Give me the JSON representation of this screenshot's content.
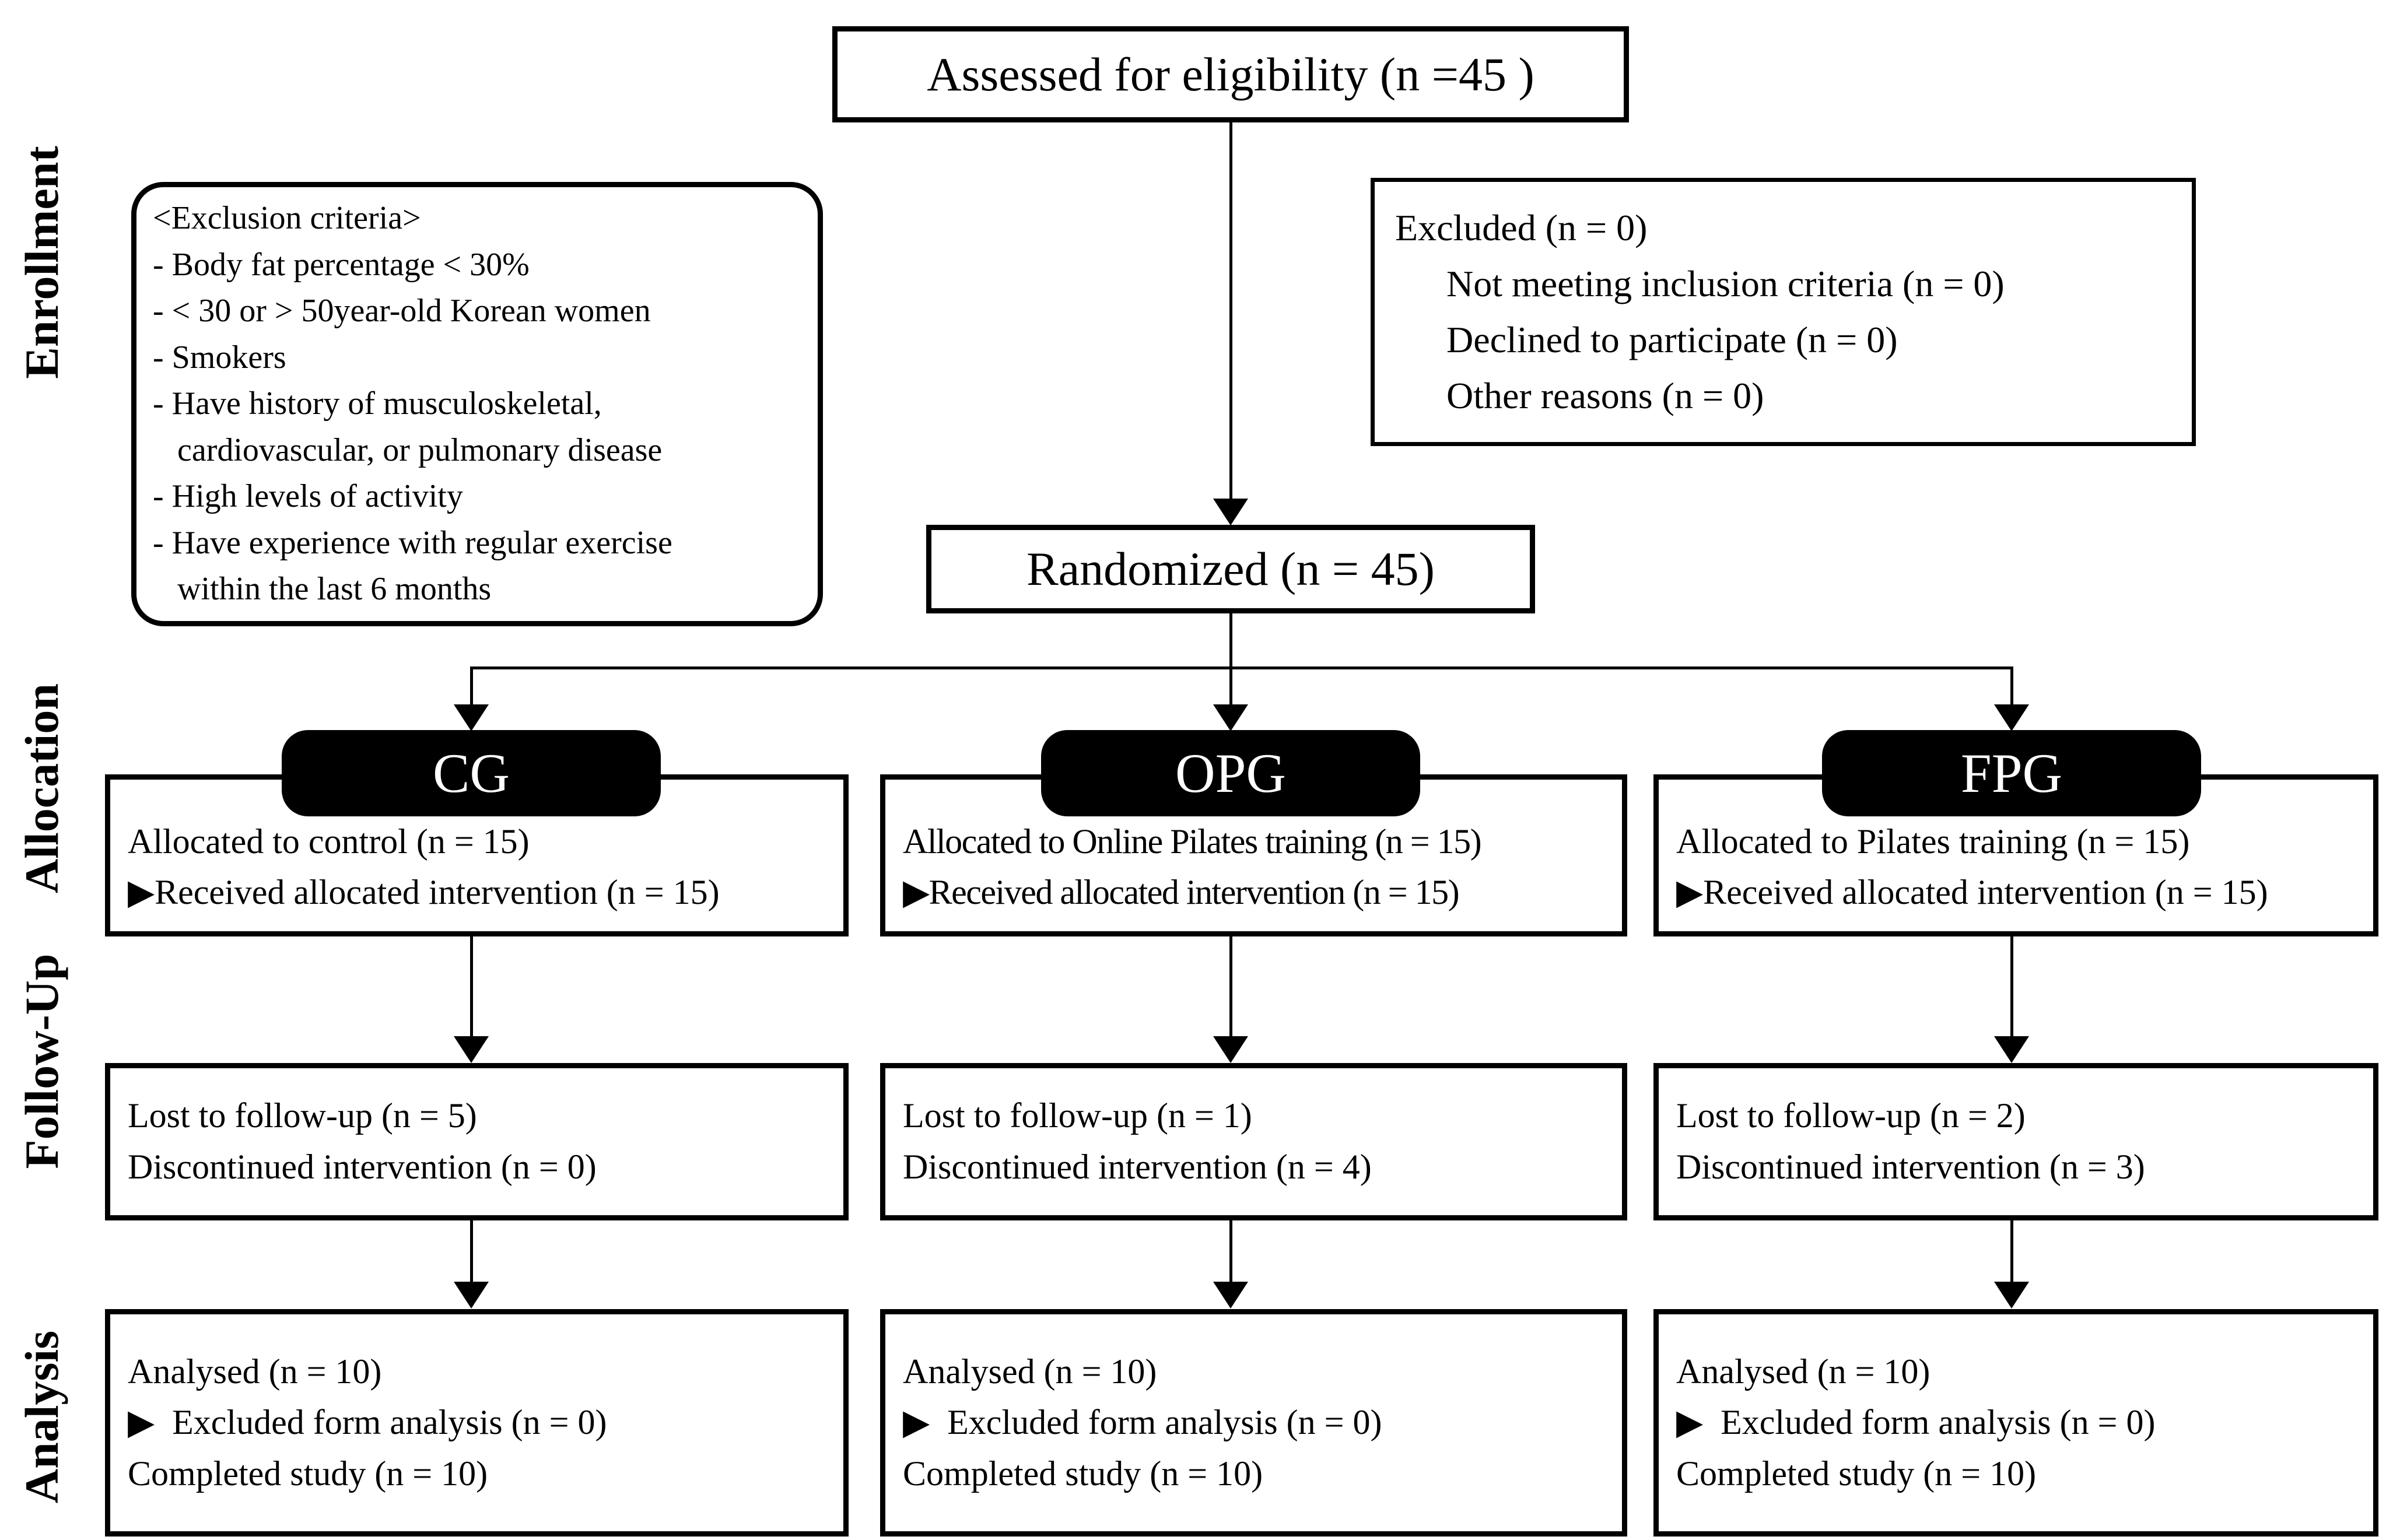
{
  "stages": {
    "enrollment": "Enrollment",
    "allocation": "Allocation",
    "followup": "Follow-Up",
    "analysis": "Analysis"
  },
  "enrollment": {
    "assessed": "Assessed for eligibility (n =45 )",
    "exclusion_criteria": {
      "title": "<Exclusion criteria>",
      "items": [
        "- Body fat percentage < 30%",
        "- < 30 or > 50year-old Korean women",
        "- Smokers",
        "- Have history of musculoskeletal,",
        "   cardiovascular, or pulmonary disease",
        "- High levels of activity",
        "- Have experience with regular exercise",
        "   within the last 6 months"
      ]
    },
    "excluded": {
      "title": "Excluded (n = 0)",
      "items": [
        "Not meeting inclusion criteria (n = 0)",
        "Declined to participate (n = 0)",
        "Other reasons (n = 0)"
      ]
    },
    "randomized": "Randomized (n = 45)"
  },
  "groups": [
    {
      "label": "CG",
      "allocation": [
        "Allocated to control (n = 15)",
        "▶Received allocated intervention (n = 15)"
      ],
      "follow_up": [
        "Lost to follow-up (n = 5)",
        "Discontinued intervention (n = 0)"
      ],
      "analysis": [
        "Analysed (n = 10)",
        "▶  Excluded form analysis (n = 0)",
        "Completed study (n = 10)"
      ]
    },
    {
      "label": "OPG",
      "allocation": [
        "Allocated to Online Pilates training (n = 15)",
        "▶Received allocated intervention (n = 15)"
      ],
      "follow_up": [
        "Lost to follow-up (n = 1)",
        "Discontinued intervention (n = 4)"
      ],
      "analysis": [
        "Analysed (n = 10)",
        "▶  Excluded form analysis (n = 0)",
        "Completed study (n = 10)"
      ]
    },
    {
      "label": "FPG",
      "allocation": [
        "Allocated to Pilates training (n = 15)",
        "▶Received allocated intervention (n = 15)"
      ],
      "follow_up": [
        "Lost to follow-up (n = 2)",
        "Discontinued intervention (n = 3)"
      ],
      "analysis": [
        "Analysed (n = 10)",
        "▶  Excluded form analysis (n = 0)",
        "Completed study (n = 10)"
      ]
    }
  ],
  "colors": {
    "background": "#ffffff",
    "line": "#000000",
    "group_label_bg": "#000000",
    "group_label_text": "#ffffff"
  }
}
